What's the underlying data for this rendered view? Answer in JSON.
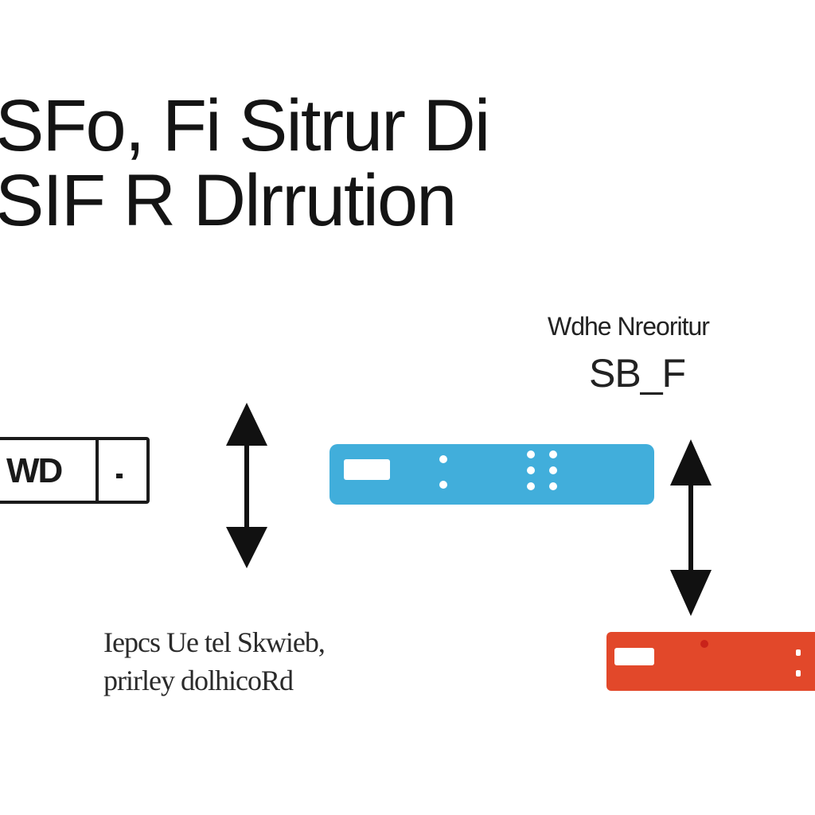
{
  "title": {
    "line1": "SFo, Fi Sitrur Di",
    "line2": "SIF R Dlrrution"
  },
  "right_label": {
    "line1": "Wdhe Nreoritur",
    "line2": "SB_F"
  },
  "bottom_label": {
    "line1": "Iepcs Ue tel Skwieb,",
    "line2": "prirley dolhicoRd"
  },
  "device": {
    "label": "WD"
  },
  "colors": {
    "module_blue": "#41aedb",
    "module_red": "#e2482a",
    "ink": "#1a1a1a"
  },
  "icons": {
    "left_arrow": "double-vertical-arrow-icon",
    "right_arrow": "double-vertical-arrow-icon"
  }
}
